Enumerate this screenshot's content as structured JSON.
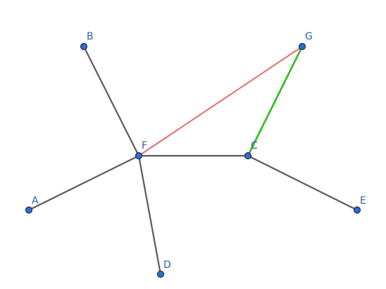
{
  "colors": {
    "edge": "#5b5b5b",
    "highlight_red": "#e07070",
    "highlight_green_dash": "#33cc22",
    "highlight_green_base": "#4a7a3a",
    "node_fill": "#2a6fd1",
    "node_stroke": "#1b2e4a",
    "label": "#2a5fa8"
  },
  "nodes": [
    {
      "id": "A",
      "label": "A"
    },
    {
      "id": "B",
      "label": "B"
    },
    {
      "id": "C",
      "label": "C"
    },
    {
      "id": "D",
      "label": "D"
    },
    {
      "id": "E",
      "label": "E"
    },
    {
      "id": "F",
      "label": "F"
    },
    {
      "id": "G",
      "label": "G"
    }
  ],
  "edges": [
    {
      "from": "F",
      "to": "A",
      "style": "normal"
    },
    {
      "from": "F",
      "to": "B",
      "style": "normal"
    },
    {
      "from": "F",
      "to": "D",
      "style": "normal"
    },
    {
      "from": "F",
      "to": "C",
      "style": "normal"
    },
    {
      "from": "C",
      "to": "E",
      "style": "normal"
    },
    {
      "from": "F",
      "to": "G",
      "style": "red"
    },
    {
      "from": "G",
      "to": "C",
      "style": "green-dashed"
    }
  ]
}
